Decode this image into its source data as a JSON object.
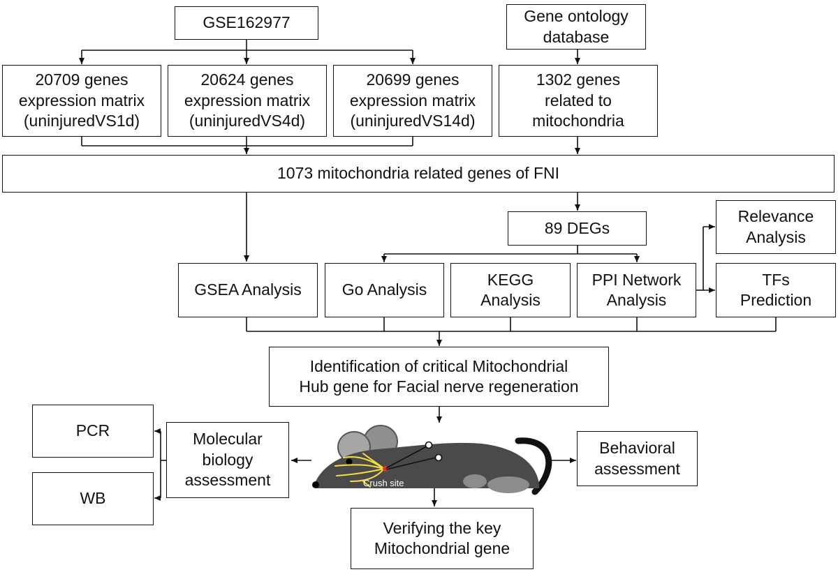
{
  "nodes": {
    "gse": "GSE162977",
    "go_db": "Gene ontology\ndatabase",
    "matrix_1d": "20709 genes\nexpression matrix\n(uninjuredVS1d)",
    "matrix_4d": "20624 genes\nexpression matrix\n(uninjuredVS4d)",
    "matrix_14d": "20699 genes\nexpression matrix\n(uninjuredVS14d)",
    "mito_genes": "1302 genes\nrelated to\nmitochondria",
    "fni_genes": "1073 mitochondria related genes of FNI",
    "degs": "89 DEGs",
    "relevance": "Relevance\nAnalysis",
    "gsea": "GSEA Analysis",
    "go_analysis": "Go Analysis",
    "kegg": "KEGG\nAnalysis",
    "ppi": "PPI Network\nAnalysis",
    "tfs": "TFs\nPrediction",
    "hub": "Identification of critical Mitochondrial\nHub gene for Facial nerve regeneration",
    "pcr": "PCR",
    "wb": "WB",
    "molecular": "Molecular\nbiology\nassessment",
    "behavioral": "Behavioral\nassessment",
    "verify": "Verifying  the key\nMitochondrial  gene"
  },
  "illustration": {
    "crush_label": "Crush site",
    "mouse_color": "#4a4a4a",
    "nerve_color": "#f4e23a",
    "site_color": "#e3322b"
  }
}
